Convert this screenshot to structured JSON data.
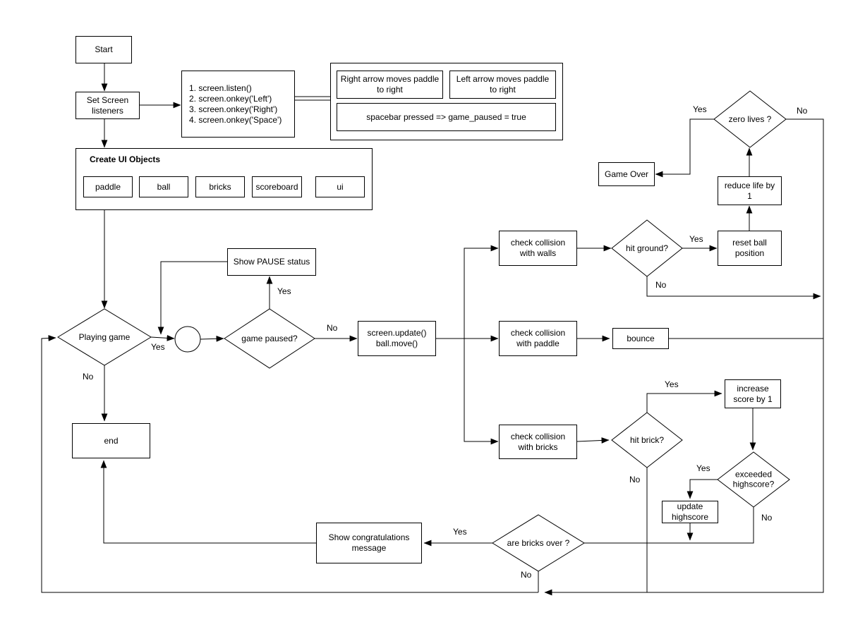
{
  "nodes": {
    "start": "Start",
    "set_screen_listeners": "Set Screen listeners",
    "listener_steps": [
      "1. screen.listen()",
      "2. screen.onkey('Left')",
      "3. screen.onkey('Right')",
      "4. screen.onkey('Space')"
    ],
    "key_notes": {
      "right_arrow": "Right arrow moves paddle to right",
      "left_arrow": "Left arrow moves paddle to right",
      "spacebar": "spacebar pressed => game_paused = true"
    },
    "create_ui": {
      "header": "Create UI Objects",
      "objects": [
        "paddle",
        "ball",
        "bricks",
        "scoreboard",
        "ui"
      ]
    },
    "playing_game": "Playing game",
    "game_paused": "game paused?",
    "show_pause": "Show PAUSE status",
    "screen_update_lines": [
      "screen.update()",
      "ball.move()"
    ],
    "check_walls": "check collision with walls",
    "check_paddle": "check collision with paddle",
    "check_bricks": "check collision with bricks",
    "hit_ground": "hit ground?",
    "reset_ball": "reset ball position",
    "reduce_life": "reduce life by 1",
    "zero_lives": "zero lives ?",
    "game_over": "Game Over",
    "bounce": "bounce",
    "hit_brick": "hit brick?",
    "increase_score": "increase score by 1",
    "exceeded_highscore": "exceeded highscore?",
    "update_highscore": "update highscore",
    "bricks_over": "are bricks over ?",
    "congrats": "Show congratulations message",
    "end": "end"
  },
  "edge_labels": {
    "playing_yes": "Yes",
    "playing_no": "No",
    "paused_yes": "Yes",
    "paused_no": "No",
    "ground_yes": "Yes",
    "ground_no": "No",
    "lives_yes": "Yes",
    "lives_no": "No",
    "brick_yes": "Yes",
    "brick_no": "No",
    "highscore_yes": "Yes",
    "highscore_no": "No",
    "bricksover_yes": "Yes",
    "bricksover_no": "No"
  },
  "colors": {
    "stroke": "#000000",
    "background": "#ffffff",
    "text": "#000000"
  }
}
